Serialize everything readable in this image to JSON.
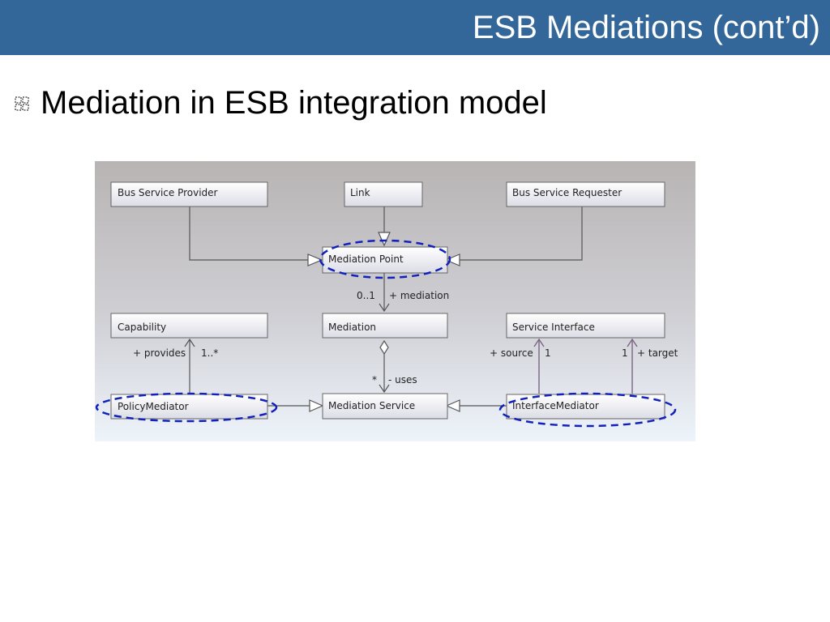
{
  "slide": {
    "title": "ESB Mediations (cont’d)",
    "bullet": "Mediation in ESB integration model",
    "bullet_icon": "checkered-square-bullet-icon",
    "accent_color": "#336699"
  },
  "diagram": {
    "boxes": {
      "bus_service_provider": "Bus Service Provider",
      "link": "Link",
      "bus_service_requester": "Bus Service Requester",
      "mediation_point": "Mediation Point",
      "capability": "Capability",
      "mediation": "Mediation",
      "service_interface": "Service Interface",
      "policy_mediator": "PolicyMediator",
      "mediation_service": "Mediation Service",
      "interface_mediator": "InterfaceMediator"
    },
    "labels": {
      "mediation_mult": "0..1",
      "mediation_role": "+ mediation",
      "provides_role": "+ provides",
      "provides_mult": "1..*",
      "uses_mult": "*",
      "uses_role": "- uses",
      "source_role": "+ source",
      "source_mult": "1",
      "target_mult": "1",
      "target_role": "+ target"
    },
    "highlight_color": "#1122bb"
  }
}
